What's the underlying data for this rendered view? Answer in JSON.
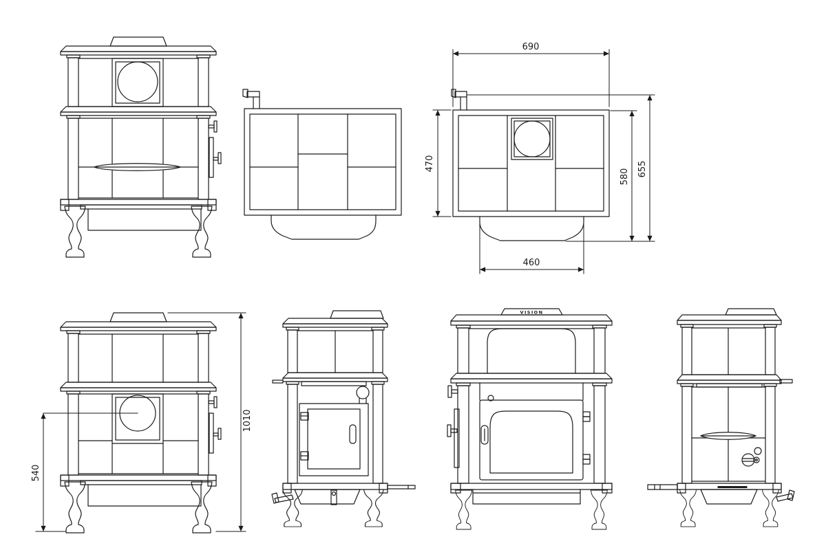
{
  "drawing": {
    "brand_label": "VISION",
    "dims": {
      "top_width": "690",
      "top_depth": "470",
      "body_height": "580",
      "flue_top_height": "655",
      "front_plate_width": "460",
      "porthole_height": "540",
      "overall_height": "1010"
    }
  }
}
